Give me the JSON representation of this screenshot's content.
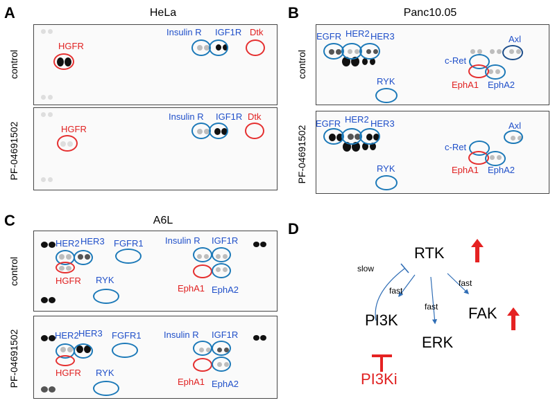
{
  "panels": {
    "a": {
      "letter": "A",
      "title": "HeLa",
      "row_labels": [
        "control",
        "PF-04691502"
      ],
      "top_labels": {
        "hgfr": "HGFR",
        "insulin_r": "Insulin R",
        "igf1r": "IGF1R",
        "dtk": "Dtk"
      },
      "bottom_labels": {
        "hgfr": "HGFR",
        "insulin_r": "Insulin R",
        "igf1r": "IGF1R",
        "dtk": "Dtk"
      }
    },
    "b": {
      "letter": "B",
      "title": "Panc10.05",
      "row_labels": [
        "control",
        "PF-04691502"
      ],
      "top_labels": {
        "egfr": "EGFR",
        "her2": "HER2",
        "her3": "HER3",
        "axl": "Axl",
        "cret": "c-Ret",
        "epha1": "EphA1",
        "epha2": "EphA2",
        "ryk": "RYK"
      },
      "bottom_labels": {
        "egfr": "EGFR",
        "her2": "HER2",
        "her3": "HER3",
        "axl": "Axl",
        "cret": "c-Ret",
        "epha1": "EphA1",
        "epha2": "EphA2",
        "ryk": "RYK"
      }
    },
    "c": {
      "letter": "C",
      "title": "A6L",
      "row_labels": [
        "control",
        "PF-04691502"
      ],
      "top_labels": {
        "her2": "HER2",
        "her3": "HER3",
        "fgfr1": "FGFR1",
        "insulin_r": "Insulin R",
        "igf1r": "IGF1R",
        "hgfr": "HGFR",
        "ryk": "RYK",
        "epha1": "EphA1",
        "epha2": "EphA2"
      },
      "bottom_labels": {
        "her2": "HER2",
        "her3": "HER3",
        "fgfr1": "FGFR1",
        "insulin_r": "Insulin R",
        "igf1r": "IGF1R",
        "hgfr": "HGFR",
        "ryk": "RYK",
        "epha1": "EphA1",
        "epha2": "EphA2"
      }
    },
    "d": {
      "letter": "D",
      "nodes": {
        "rtk": "RTK",
        "pi3k": "PI3K",
        "erk": "ERK",
        "fak": "FAK",
        "pi3ki": "PI3Ki"
      },
      "edges": {
        "slow": "slow",
        "fast1": "fast",
        "fast2": "fast",
        "fast3": "fast"
      }
    }
  },
  "colors": {
    "blue_ring": "#1c79b8",
    "red_ring": "#e53030",
    "blue_text": "#1f4fc9",
    "red_text": "#e02020",
    "arrow": "#2f6db5"
  }
}
